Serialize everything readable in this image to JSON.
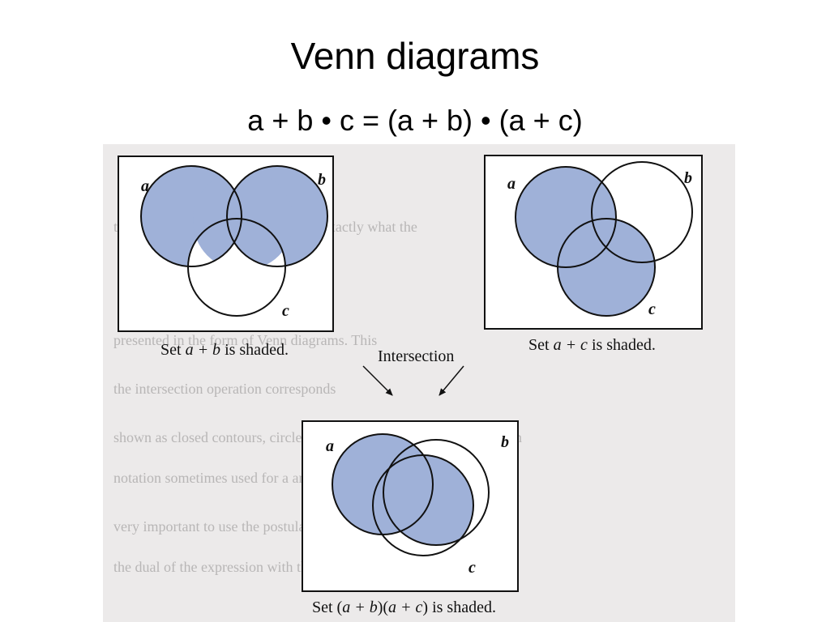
{
  "slide": {
    "title": "Venn diagrams",
    "formula": "a + b • c = (a + b) • (a + c)"
  },
  "diagrams": {
    "left": {
      "label_a": "a",
      "label_b": "b",
      "label_c": "c",
      "caption_pre": "Set ",
      "caption_var": "a + b",
      "caption_post": " is shaded."
    },
    "right": {
      "label_a": "a",
      "label_b": "b",
      "label_c": "c",
      "caption_pre": "Set ",
      "caption_var": "a + c",
      "caption_post": " is shaded."
    },
    "bottom": {
      "label_a": "a",
      "label_b": "b",
      "label_c": "c",
      "caption_pre": "Set (",
      "caption_var1": "a + b",
      "caption_mid": ")(",
      "caption_var2": "a + c",
      "caption_post": ") is shaded."
    }
  },
  "intersection_label": "Intersection",
  "colors": {
    "shade": "#9fb1d8",
    "stroke": "#111111"
  }
}
